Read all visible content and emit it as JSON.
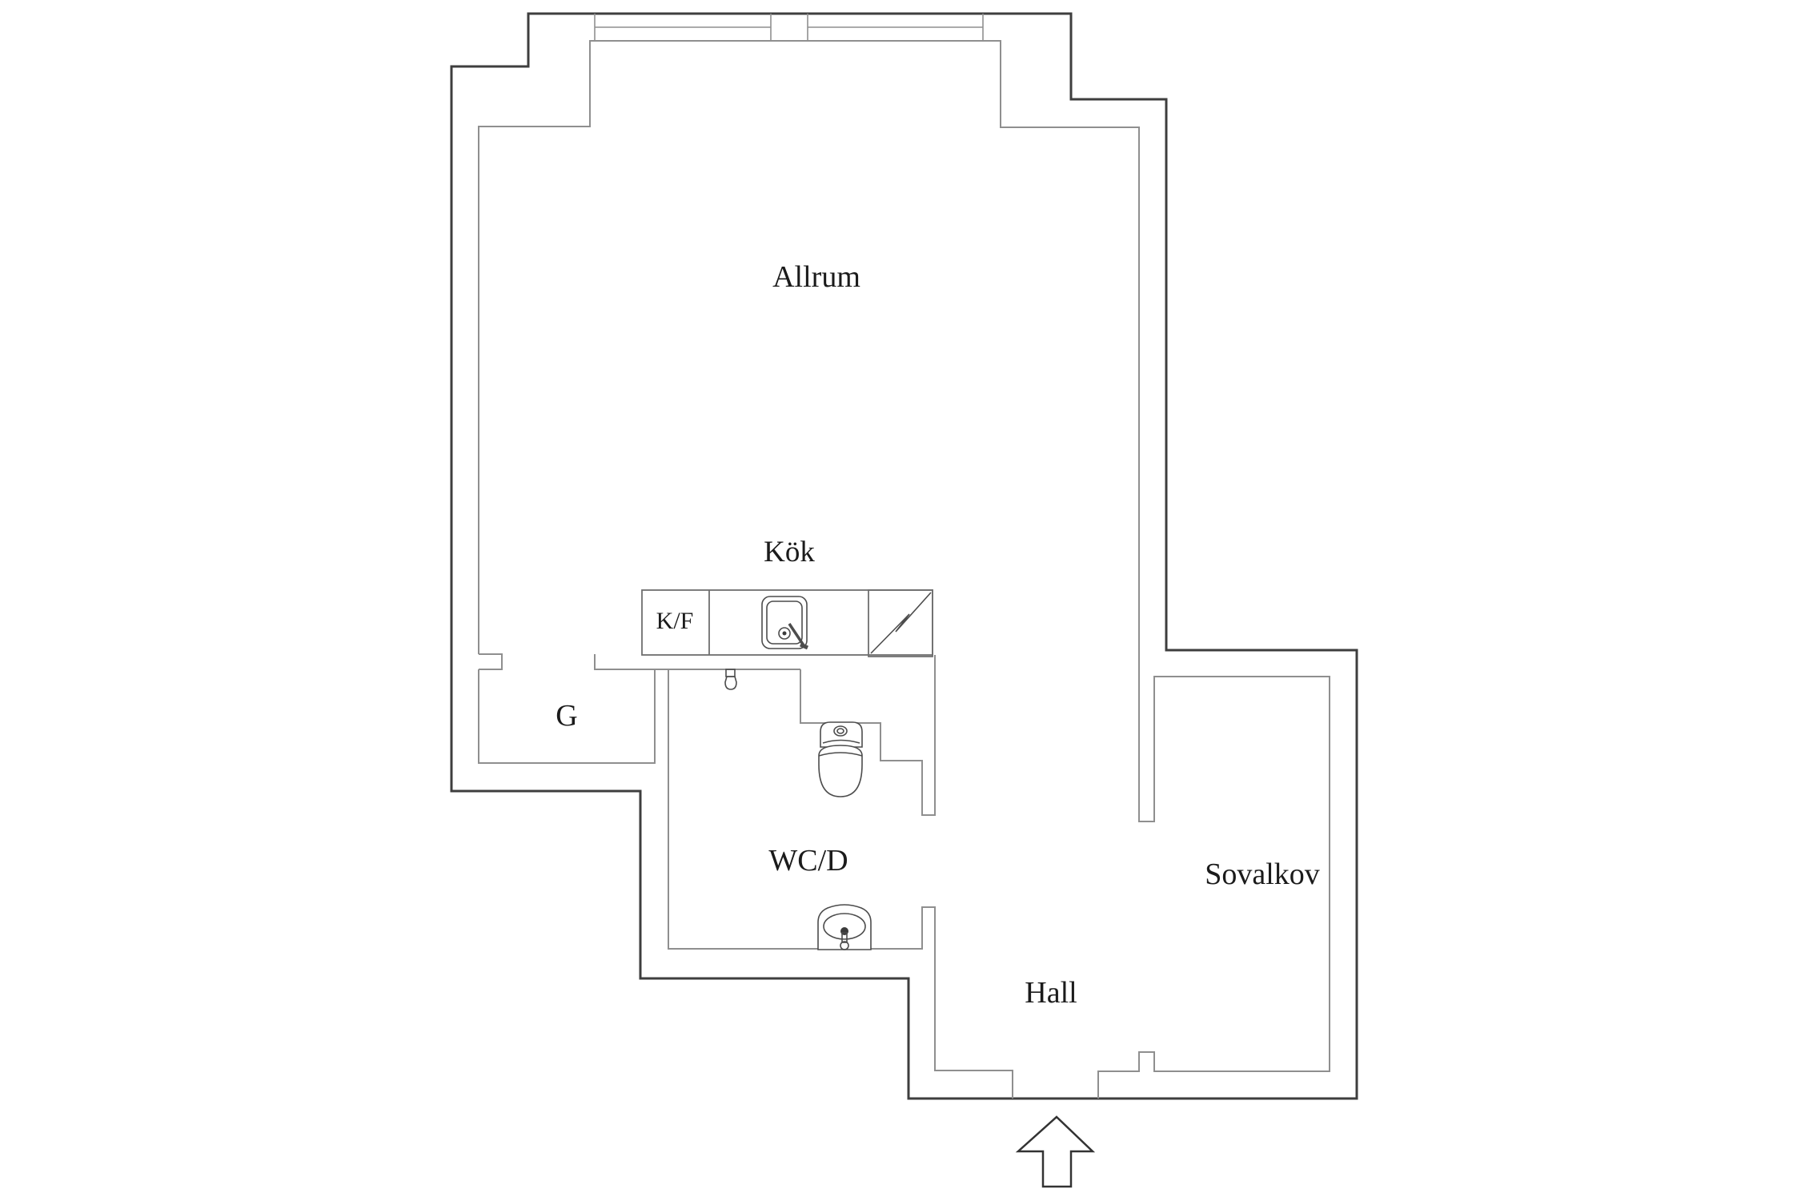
{
  "document": {
    "type": "apartment-floor-plan",
    "background_color": "#ffffff",
    "outer_wall_color": "#3e3e3e",
    "inner_wall_color": "#8f8f8f",
    "label_color": "#1b1b1b"
  },
  "floor_plan": {
    "rooms": [
      {
        "id": "allrum",
        "label": "Allrum"
      },
      {
        "id": "kok",
        "label": "Kök"
      },
      {
        "id": "kf",
        "label": "K/F"
      },
      {
        "id": "g",
        "label": "G"
      },
      {
        "id": "wcd",
        "label": "WC/D"
      },
      {
        "id": "sovalkov",
        "label": "Sovalkov"
      },
      {
        "id": "hall",
        "label": "Hall"
      }
    ],
    "fixtures": [
      {
        "id": "kitchen-sink",
        "name": "kitchen-sink-icon"
      },
      {
        "id": "stove",
        "name": "electric-stove-icon"
      },
      {
        "id": "shower-head",
        "name": "shower-head-icon"
      },
      {
        "id": "toilet",
        "name": "toilet-icon"
      },
      {
        "id": "washbasin",
        "name": "washbasin-icon"
      },
      {
        "id": "windows",
        "name": "window-symbols"
      },
      {
        "id": "entrance",
        "name": "entrance-direction-arrow"
      }
    ]
  }
}
